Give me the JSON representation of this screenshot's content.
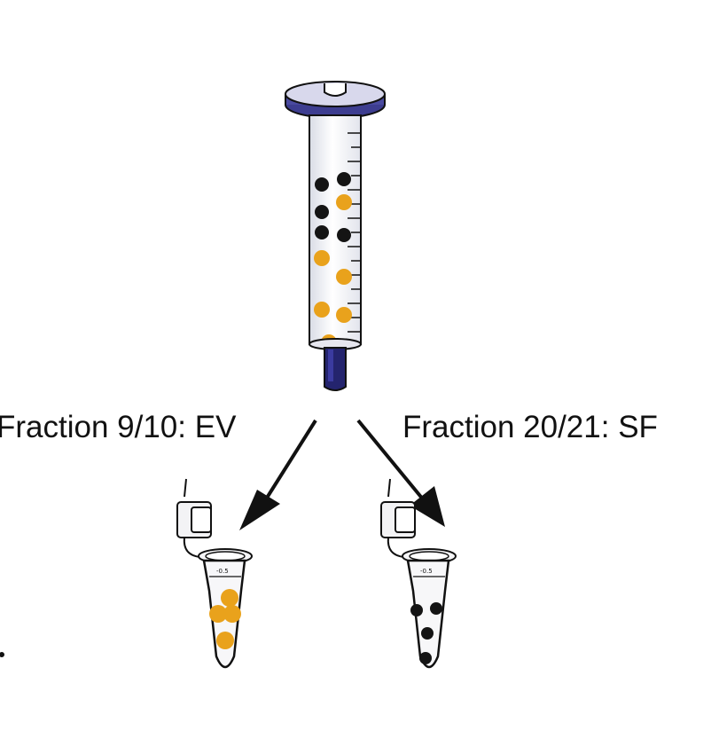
{
  "labels": {
    "left": "Fraction 9/10: EV",
    "right": "Fraction 20/21: SF"
  },
  "colors": {
    "ev_particle": "#e9a21c",
    "sf_particle": "#141414",
    "column_cap": "#4a4aa0",
    "column_tip": "#24246e",
    "outline": "#111111"
  },
  "icons": {
    "column": "size-exclusion-column",
    "tube": "microcentrifuge-tube",
    "arrow": "arrow"
  }
}
